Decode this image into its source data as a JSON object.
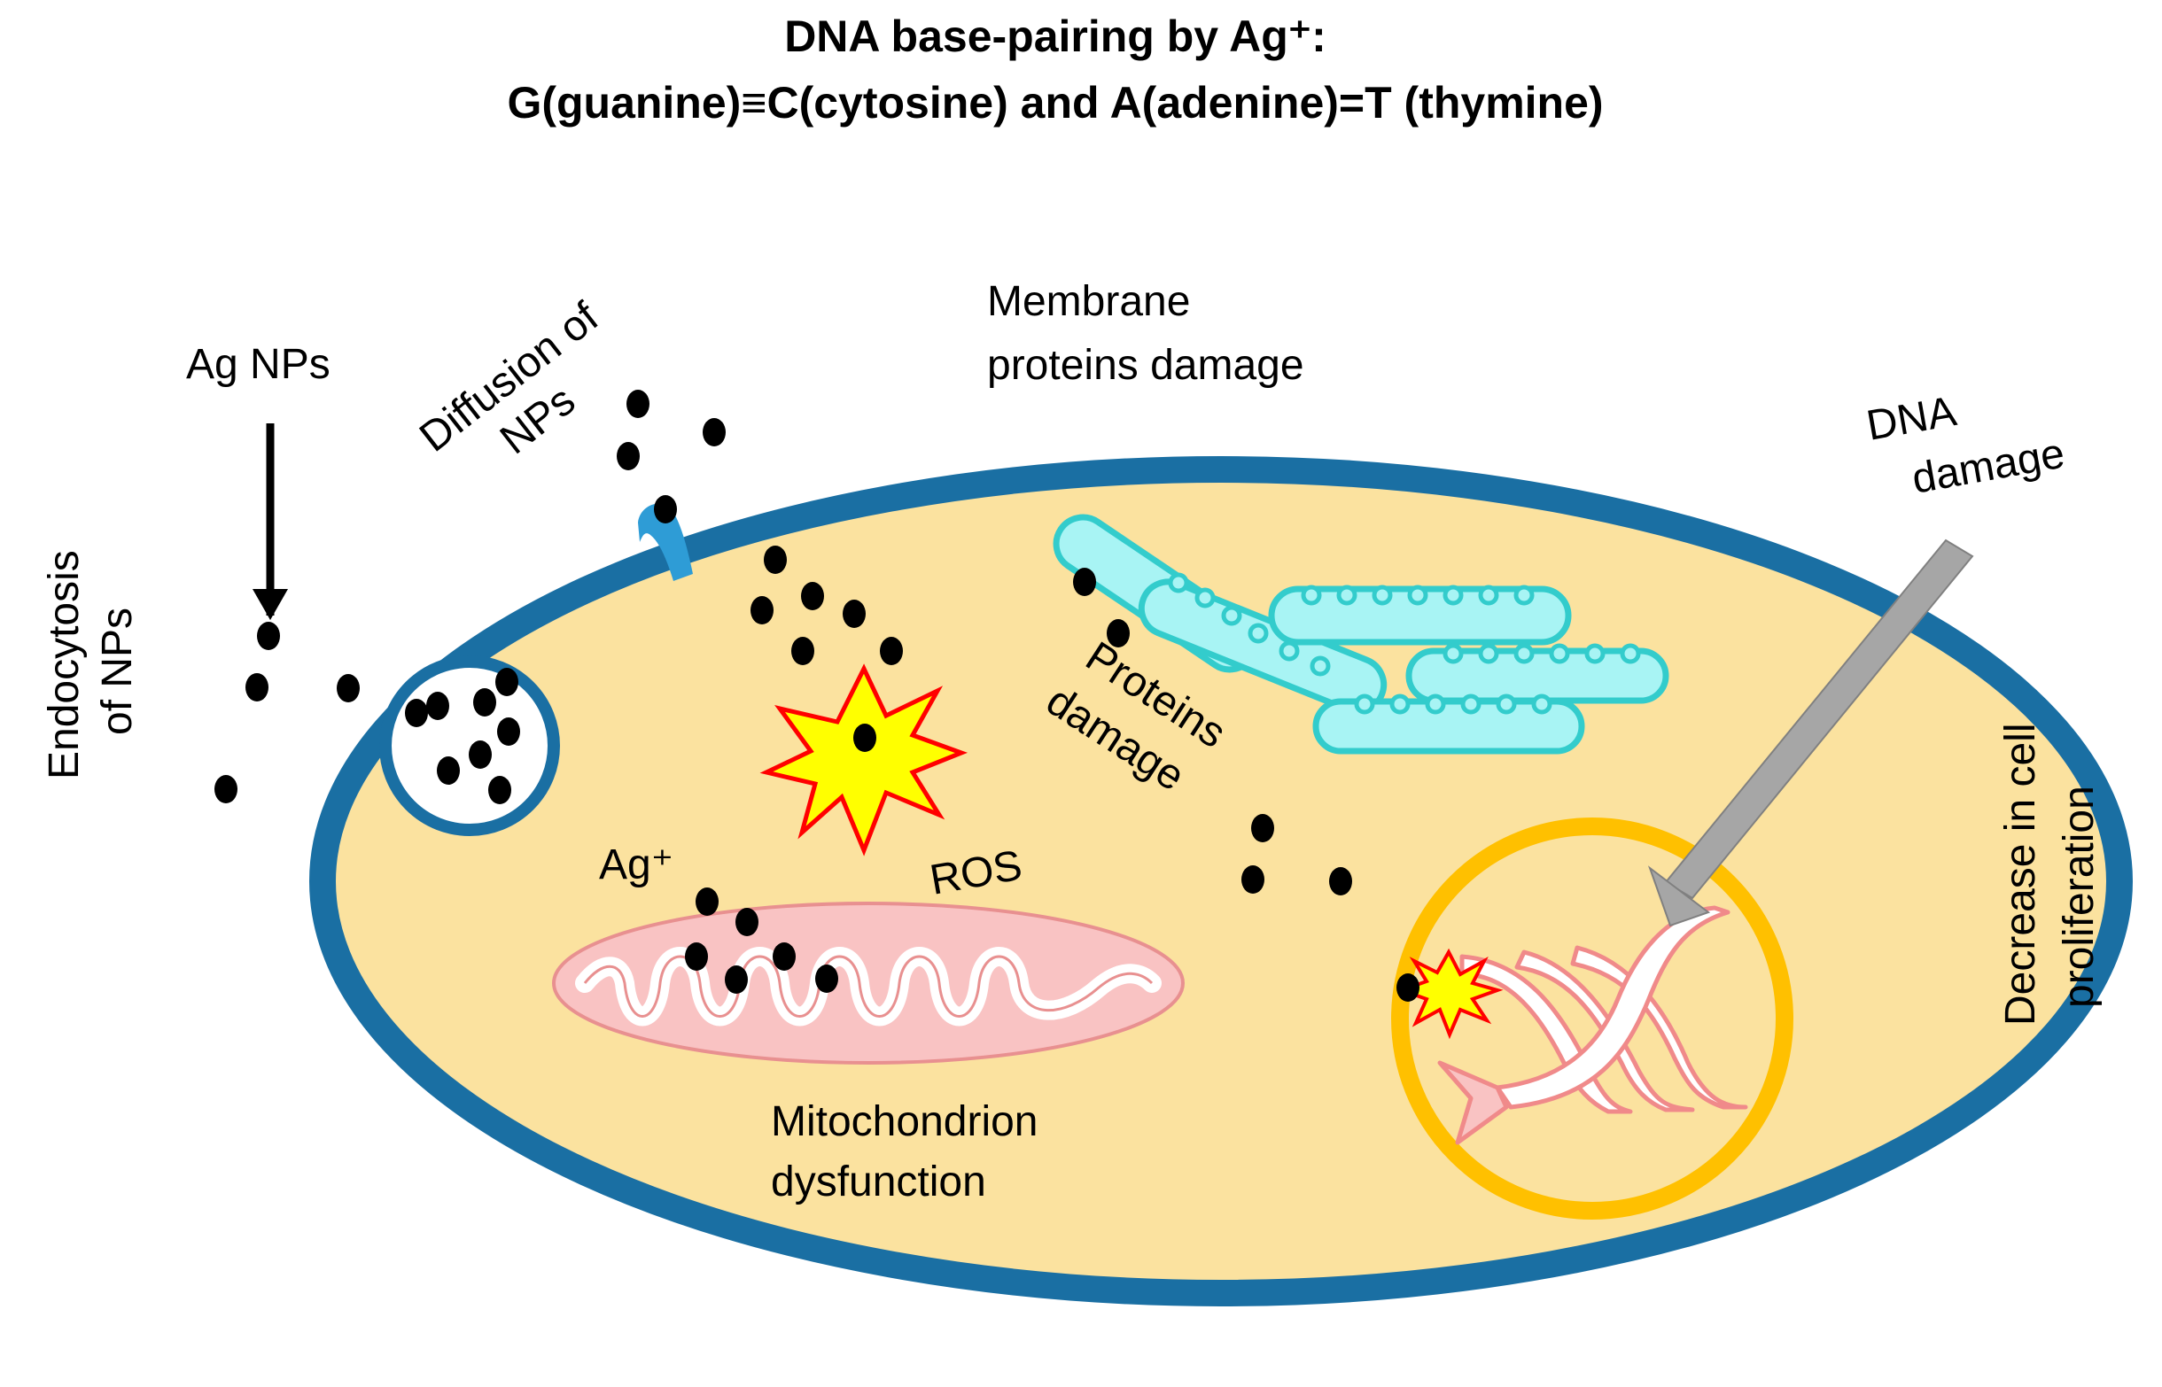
{
  "title": {
    "line1": "DNA base-pairing by Ag⁺:",
    "line2": "G(guanine)≡C(cytosine) and A(adenine)=T (thymine)"
  },
  "labels": {
    "ag_nps": "Ag NPs",
    "diffusion": [
      "Diffusion of",
      "NPs"
    ],
    "endocytosis": [
      "Endocytosis",
      "of NPs"
    ],
    "membrane_damage": [
      "Membrane",
      "proteins damage"
    ],
    "dna_damage": [
      "DNA",
      "damage"
    ],
    "proteins_damage": [
      "Proteins",
      "damage"
    ],
    "ag_ion": "Ag⁺",
    "ros": "ROS",
    "mitochondrion": [
      "Mitochondrion",
      "dysfunction"
    ],
    "proliferation": [
      "Decrease in cell",
      "proliferation"
    ]
  },
  "colors": {
    "cytoplasm": "#fbe29f",
    "membrane": "#1a6fa3",
    "nucleus_ring": "#ffc000",
    "er_fill": "#a8f4f4",
    "er_stroke": "#33cccc",
    "mito_fill": "#f9c3c3",
    "mito_stroke": "#e89090",
    "ros_fill": "#ffff00",
    "ros_stroke": "#ff0000",
    "channel": "#2e9cd6",
    "arrow_gray": "#a6a6a6"
  }
}
